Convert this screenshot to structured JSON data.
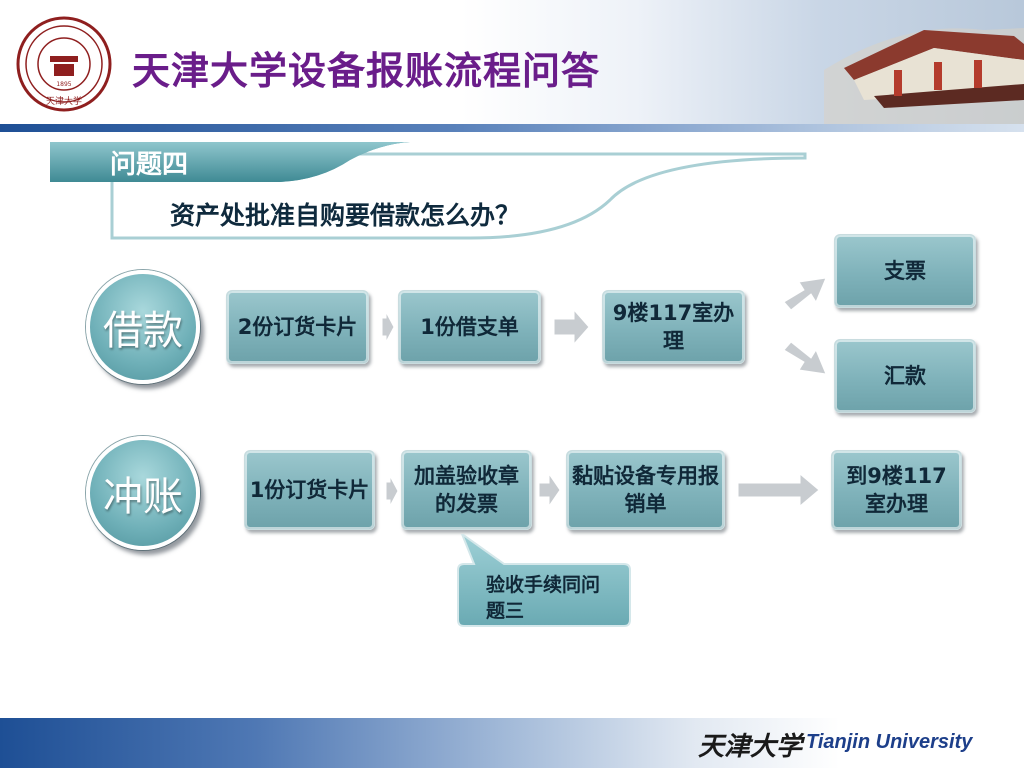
{
  "header": {
    "title": "天津大学设备报账流程问答",
    "seal_text": "天津大学",
    "seal_year": "1895"
  },
  "question": {
    "label": "问题四",
    "text": "资产处批准自购要借款怎么办？"
  },
  "loan_row": {
    "label": "借款",
    "steps": [
      "2份订货卡片",
      "1份借支单",
      "9楼117室办理"
    ],
    "outcomes": [
      "支票",
      "汇款"
    ]
  },
  "settle_row": {
    "label": "冲账",
    "steps": [
      "1份订货卡片",
      "加盖验收章的发票",
      "黏贴设备专用报销单",
      "到9楼117室办理"
    ],
    "note": "验收手续同问题三"
  },
  "footer": {
    "cn_name": "天津大学",
    "en_name": "Tianjin University"
  },
  "colors": {
    "title": "#6a1d8a",
    "box_fill": "#7fb2ba",
    "footer_text": "#1d3f8a"
  },
  "icons": [
    "university-seal-icon",
    "building-roof-icon",
    "arrow-right-icon"
  ]
}
